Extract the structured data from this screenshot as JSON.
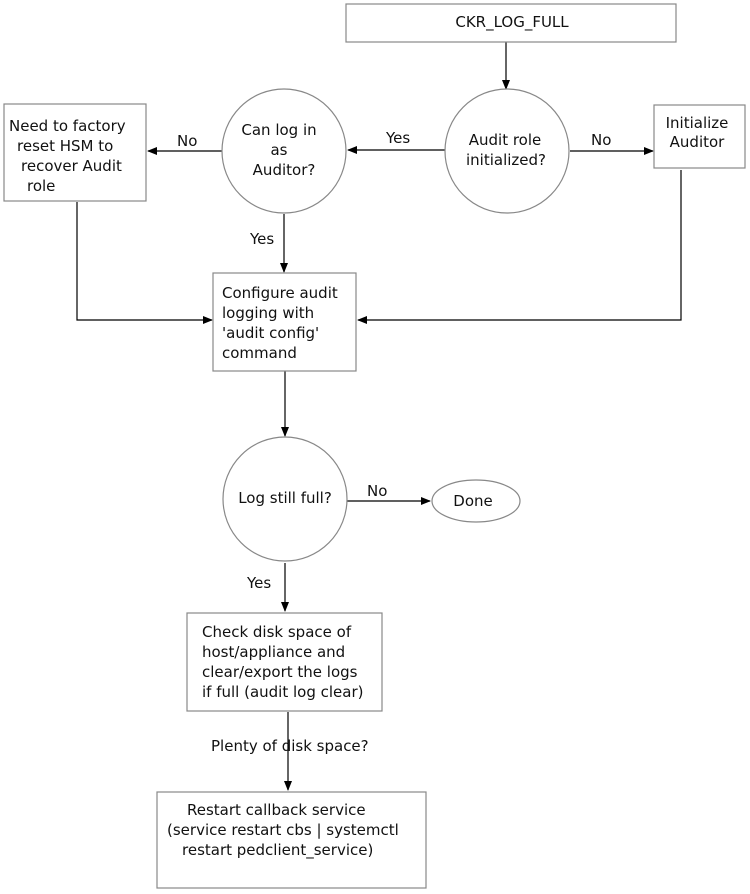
{
  "diagram": {
    "start": {
      "text": "CKR_LOG_FULL"
    },
    "audit_role_initialized": {
      "lines": [
        "Audit role",
        "initialized?"
      ]
    },
    "initialize_auditor": {
      "lines": [
        "Initialize",
        "Auditor"
      ]
    },
    "can_log_in": {
      "lines": [
        "Can log in",
        "as",
        "Auditor?"
      ]
    },
    "factory_reset": {
      "lines": [
        "Need to factory",
        "reset HSM to",
        "recover Audit",
        "role"
      ]
    },
    "configure_audit": {
      "lines": [
        "Configure audit",
        "logging with",
        "'audit config'",
        "command"
      ]
    },
    "log_still_full": {
      "lines": [
        "Log still full?"
      ]
    },
    "done": {
      "text": "Done"
    },
    "check_disk": {
      "lines": [
        "Check disk space of",
        "host/appliance and",
        "clear/export the logs",
        "if full (audit log clear)"
      ]
    },
    "restart": {
      "lines": [
        "Restart callback service",
        "(service restart cbs | systemctl",
        "restart pedclient_service)"
      ]
    },
    "edges": {
      "audit_yes": "Yes",
      "audit_no": "No",
      "login_no": "No",
      "login_yes": "Yes",
      "full_no": "No",
      "full_yes": "Yes",
      "disk_space": "Plenty of disk space?"
    }
  }
}
